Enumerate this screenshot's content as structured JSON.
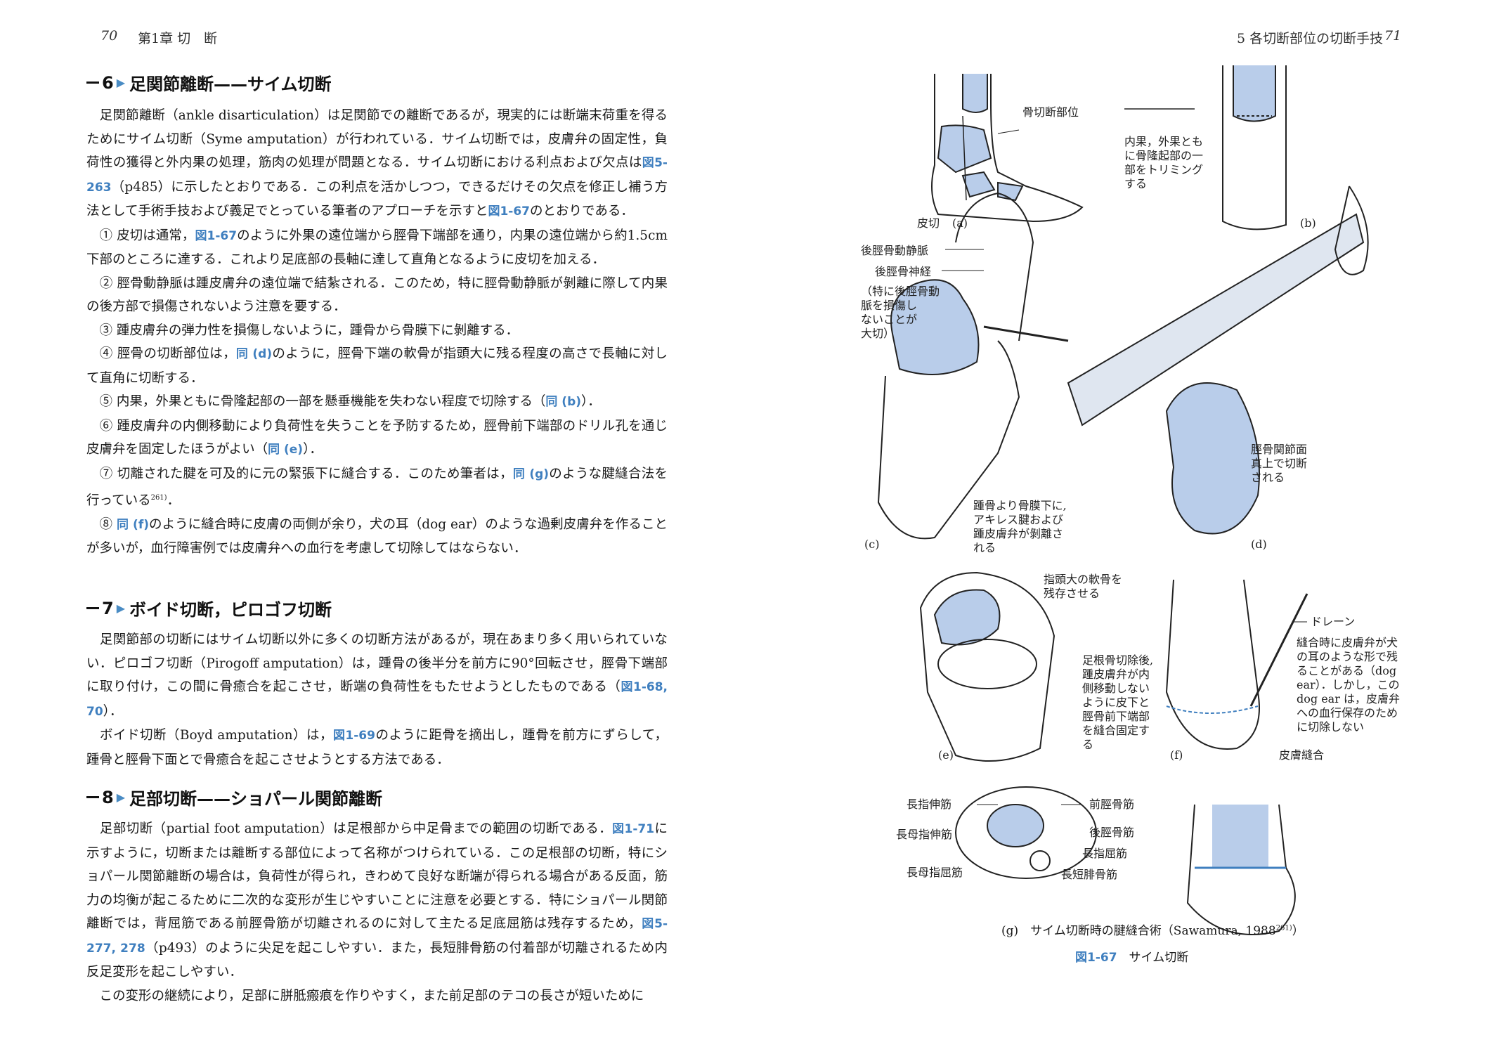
{
  "header": {
    "left_page": "70",
    "left_chapter": "第1章 切　断",
    "right_title": "5 各切断部位の切断手技",
    "right_page": "71"
  },
  "sections": [
    {
      "num": "6",
      "title": "足関節離断——サイム切断"
    },
    {
      "num": "7",
      "title": "ボイド切断，ピロゴフ切断"
    },
    {
      "num": "8",
      "title": "足部切断——ショパール関節離断"
    }
  ],
  "body": {
    "s6_p1": "　足関節離断（ankle disarticulation）は足関節での離断であるが，現実的には断端末荷重を得るためにサイム切断（Syme amputation）が行われている．サイム切断では，皮膚弁の固定性，負荷性の獲得と外内果の処理，筋肉の処理が問題となる．サイム切断における利点および欠点は",
    "s6_p1_ref1": "図5-263",
    "s6_p1_b": "（p485）に示したとおりである．この利点を活かしつつ，できるだけその欠点を修正し補う方法として手術手技および義足でとっている筆者のアプローチを示すと",
    "s6_p1_ref2": "図1-67",
    "s6_p1_c": "のとおりである．",
    "item1_a": "　① 皮切は通常，",
    "item1_ref": "図1-67",
    "item1_b": "のように外果の遠位端から脛骨下端部を通り，内果の遠位端から約1.5cm下部のところに達する．これより足底部の長軸に達して直角となるように皮切を加える．",
    "item2": "　② 脛骨動静脈は踵皮膚弁の遠位端で結紮される．このため，特に脛骨動静脈が剝離に際して内果の後方部で損傷されないよう注意を要する．",
    "item3": "　③ 踵皮膚弁の弾力性を損傷しないように，踵骨から骨膜下に剝離する．",
    "item4_a": "　④ 脛骨の切断部位は，",
    "item4_ref": "同 (d)",
    "item4_b": "のように，脛骨下端の軟骨が指頭大に残る程度の高さで長軸に対して直角に切断する．",
    "item5_a": "　⑤ 内果，外果ともに骨隆起部の一部を懸垂機能を失わない程度で切除する（",
    "item5_ref": "同 (b)",
    "item5_b": "）．",
    "item6_a": "　⑥ 踵皮膚弁の内側移動により負荷性を失うことを予防するため，脛骨前下端部のドリル孔を通じ皮膚弁を固定したほうがよい（",
    "item6_ref": "同 (e)",
    "item6_b": "）．",
    "item7_a": "　⑦ 切離された腱を可及的に元の緊張下に縫合する．このため筆者は，",
    "item7_ref": "同 (g)",
    "item7_b": "のような腱縫合法を行っている",
    "item7_sup": "261)",
    "item7_c": "．",
    "item8_a": "　⑧ ",
    "item8_ref": "同 (f)",
    "item8_b": "のように縫合時に皮膚の両側が余り，犬の耳（dog ear）のような過剰皮膚弁を作ることが多いが，血行障害例では皮膚弁への血行を考慮して切除してはならない．",
    "s7_p1_a": "　足関節部の切断にはサイム切断以外に多くの切断方法があるが，現在あまり多く用いられていない．ピロゴフ切断（Pirogoff amputation）は，踵骨の後半分を前方に90°回転させ，脛骨下端部に取り付け，この間に骨癒合を起こさせ，断端の負荷性をもたせようとしたものである（",
    "s7_p1_ref": "図1-68, 70",
    "s7_p1_b": "）．",
    "s7_p2_a": "　ボイド切断（Boyd amputation）は，",
    "s7_p2_ref": "図1-69",
    "s7_p2_b": "のように距骨を摘出し，踵骨を前方にずらして，踵骨と脛骨下面とで骨癒合を起こさせようとする方法である．",
    "s8_p1_a": "　足部切断（partial foot amputation）は足根部から中足骨までの範囲の切断である．",
    "s8_p1_ref1": "図1-71",
    "s8_p1_b": "に示すように，切断または離断する部位によって名称がつけられている．この足根部の切断，特にショパール関節離断の場合は，負荷性が得られ，きわめて良好な断端が得られる場合がある反面，筋力の均衡が起こるために二次的な変形が生じやすいことに注意を必要とする．特にショパール関節離断では，背屈筋である前脛骨筋が切離されるのに対して主たる足底屈筋は残存するため，",
    "s8_p1_ref2": "図5-277, 278",
    "s8_p1_c": "（p493）のように尖足を起こしやすい．また，長短腓骨筋の付着部が切離されるため内反足変形を起こしやすい．",
    "s8_p2": "　この変形の継続により，足部に胼胝瘢痕を作りやすく，また前足部のテコの長さが短いために"
  },
  "figure": {
    "a_label": "(a)",
    "a_bone_cut": "骨切断部位",
    "a_skin_cut": "皮切",
    "b_label": "(b)",
    "b_note": [
      "内果，外果とも",
      "に骨隆起部の一",
      "部をトリミング",
      "する"
    ],
    "c_label": "(c)",
    "c_artery": "後脛骨動静脈",
    "c_nerve": "後脛骨神経",
    "c_note": [
      "（特に後脛骨動",
      "脈を損傷し",
      "ないことが",
      "大切）"
    ],
    "c_bottom": [
      "踵骨より骨膜下に,",
      "アキレス腱および",
      "踵皮膚弁が剝離さ",
      "れる"
    ],
    "d_label": "(d)",
    "d_note": [
      "脛骨関節面",
      "真上で切断",
      "される"
    ],
    "e_label": "(e)",
    "e_top": [
      "指頭大の軟骨を",
      "残存させる"
    ],
    "e_note": [
      "足根骨切除後,",
      "踵皮膚弁が内",
      "側移動しない",
      "ように皮下と",
      "脛骨前下端部",
      "を縫合固定す",
      "る"
    ],
    "f_label": "(f)",
    "f_drain": "ドレーン",
    "f_note": [
      "縫合時に皮膚弁が犬",
      "の耳のような形で残",
      "ることがある（dog",
      "ear）．しかし，この",
      "dog ear は，皮膚弁",
      "への血行保存のため",
      "に切除しない"
    ],
    "f_suture": "皮膚縫合",
    "g_ext_dig": "長指伸筋",
    "g_ext_hal": "長母指伸筋",
    "g_flex_hal": "長母指屈筋",
    "g_tib_ant": "前脛骨筋",
    "g_tib_post": "後脛骨筋",
    "g_flex_dig": "長指屈筋",
    "g_per_brev": "長短腓骨筋",
    "g_caption": "(g)　サイム切断時の腱縫合術（Sawamura, 1988",
    "g_caption_sup": "261)",
    "g_caption_end": "）",
    "fig_number": "図1-67",
    "fig_title": "サイム切断"
  },
  "colors": {
    "accent": "#3f7fbf",
    "bone_fill": "#b9cdea",
    "line": "#222222"
  }
}
